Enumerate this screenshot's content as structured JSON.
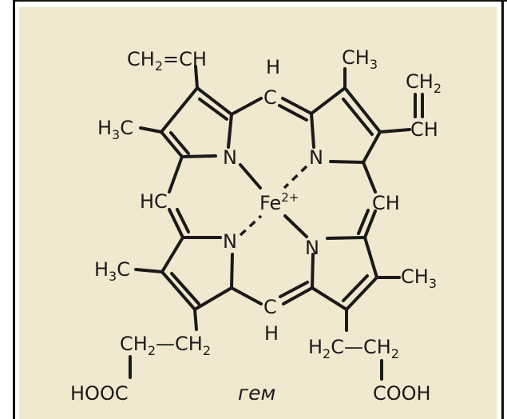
{
  "diagram": {
    "caption": "гем",
    "labels": {
      "vinyl1": {
        "main": "CH",
        "s1": "2",
        "eq": "=",
        "tail": "CH"
      },
      "meso_top_h": "H",
      "meso_top_c": "C",
      "methyl_top_right": {
        "main": "CH",
        "s1": "3"
      },
      "vinyl2_top": {
        "main": "CH",
        "s1": "2"
      },
      "vinyl2_bottom": "CH",
      "methyl_left_top": {
        "pre": "H",
        "s1": "3",
        "post": "C"
      },
      "n_top_left": "N",
      "n_top_right": "N",
      "meso_left": "HC",
      "iron": {
        "main": "Fe",
        "sup": "2+"
      },
      "meso_right": "CH",
      "n_bottom_left": "N",
      "n_bottom_right": "N",
      "methyl_left_bottom": {
        "pre": "H",
        "s1": "3",
        "post": "C"
      },
      "methyl_right_bottom": {
        "main": "CH",
        "s1": "3"
      },
      "meso_bottom_c": "C",
      "meso_bottom_h": "H",
      "propionate_left": {
        "a": "CH",
        "s1": "2",
        "mid": "—CH",
        "s2": "2"
      },
      "propionate_right": {
        "a": "H",
        "s1": "2",
        "mid": "C—CH",
        "s2": "2"
      },
      "acid_left": "HOOC",
      "acid_right": "COOH"
    }
  }
}
